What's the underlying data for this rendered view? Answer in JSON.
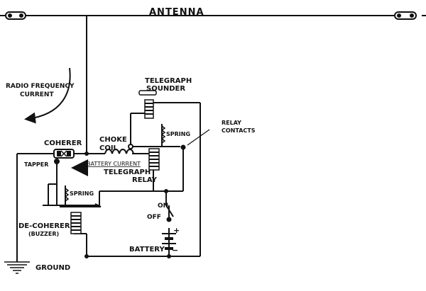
{
  "labels": {
    "antenna": "ANTENNA",
    "radio_frequency_line1": "RADIO FREQUENCY",
    "radio_frequency_line2": "CURRENT",
    "telegraph_sounder_line1": "TELEGRAPH",
    "telegraph_sounder_line2": "SOUNDER",
    "relay_contacts_line1": "RELAY",
    "relay_contacts_line2": "CONTACTS",
    "spring_top": "SPRING",
    "choke_coil_line1": "CHOKE",
    "choke_coil_line2": "COIL",
    "coherer": "COHERER",
    "tapper": "TAPPER",
    "battery_current": "BATTERY CURRENT",
    "telegraph_relay_line1": "TELEGRAPH",
    "telegraph_relay_line2": "RELAY",
    "spring_bottom": "SPRING",
    "on": "ON",
    "off": "OFF",
    "plus": "+",
    "minus": "−",
    "de_coherer": "DE-COHERER",
    "buzzer": "(BUZZER)",
    "battery": "BATTERY",
    "ground": "GROUND"
  }
}
